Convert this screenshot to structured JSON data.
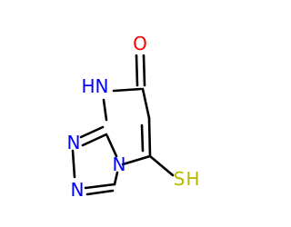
{
  "molecule": {
    "atoms": {
      "oxygen": "O",
      "nh": "N",
      "nh_h": "H",
      "n_triazole_upper": "N",
      "n_triazole_lower": "N",
      "n_bridge": "N",
      "sulfur": "S",
      "sh_h": "H"
    },
    "colors": {
      "oxygen": "#ff0000",
      "nitrogen": "#0000ff",
      "sulfur": "#b8b800",
      "bond": "#000000"
    }
  }
}
